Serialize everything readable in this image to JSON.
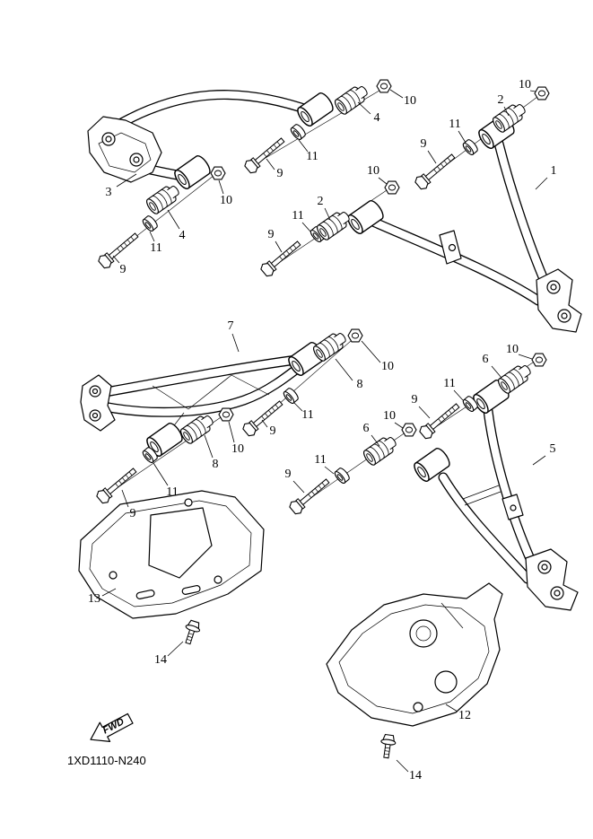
{
  "drawing_code": "1XD1110-N240",
  "fwd_label": "FWD",
  "colors": {
    "line": "#000000",
    "background": "#ffffff"
  },
  "callouts": [
    {
      "label": "3"
    },
    {
      "label": "4"
    },
    {
      "label": "11"
    },
    {
      "label": "9"
    },
    {
      "label": "10"
    },
    {
      "label": "4"
    },
    {
      "label": "10"
    },
    {
      "label": "11"
    },
    {
      "label": "9"
    },
    {
      "label": "1"
    },
    {
      "label": "2"
    },
    {
      "label": "10"
    },
    {
      "label": "11"
    },
    {
      "label": "9"
    },
    {
      "label": "2"
    },
    {
      "label": "10"
    },
    {
      "label": "11"
    },
    {
      "label": "9"
    },
    {
      "label": "7"
    },
    {
      "label": "10"
    },
    {
      "label": "8"
    },
    {
      "label": "11"
    },
    {
      "label": "9"
    },
    {
      "label": "8"
    },
    {
      "label": "10"
    },
    {
      "label": "11"
    },
    {
      "label": "9"
    },
    {
      "label": "5"
    },
    {
      "label": "6"
    },
    {
      "label": "10"
    },
    {
      "label": "11"
    },
    {
      "label": "9"
    },
    {
      "label": "10"
    },
    {
      "label": "6"
    },
    {
      "label": "11"
    },
    {
      "label": "9"
    },
    {
      "label": "13"
    },
    {
      "label": "14"
    },
    {
      "label": "12"
    },
    {
      "label": "14"
    }
  ]
}
